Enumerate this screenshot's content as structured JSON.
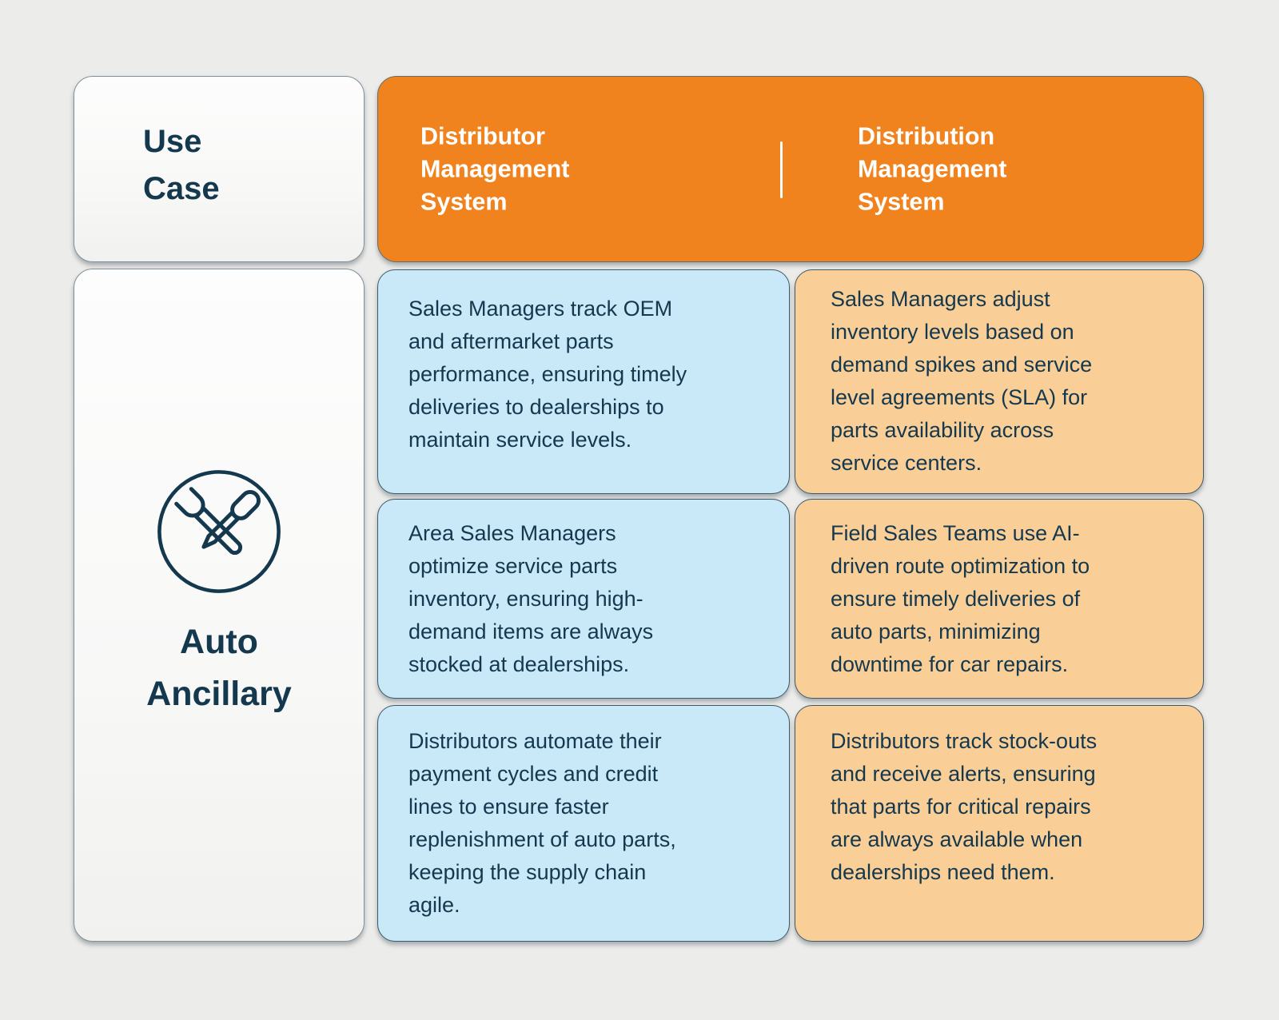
{
  "colors": {
    "background": "#ECECEA",
    "header_bg": "#F1831F",
    "header_text": "#FFFFFF",
    "blue_cell_bg": "#C9E8F8",
    "peach_cell_bg": "#FACF97",
    "text_dark": "#14384E"
  },
  "table": {
    "corner_title": "Use\nCase",
    "columns": [
      {
        "title": "Distributor\nManagement\nSystem"
      },
      {
        "title": "Distribution\nManagement\nSystem"
      }
    ],
    "row_label": {
      "icon": "tools-icon",
      "title": "Auto\nAncillary"
    },
    "rows": [
      {
        "distributor_dms": "Sales Managers track OEM\nand aftermarket parts\nperformance, ensuring timely\ndeliveries to dealerships to\nmaintain service levels.",
        "distribution_dms": "Sales Managers adjust\ninventory levels based on\ndemand spikes and service\nlevel agreements (SLA) for\nparts availability across\nservice centers."
      },
      {
        "distributor_dms": "Area Sales Managers\noptimize service parts\ninventory, ensuring high-\ndemand items are always\nstocked at dealerships.",
        "distribution_dms": "Field Sales Teams use AI-\ndriven route optimization to\nensure timely deliveries of\nauto parts, minimizing\ndowntime for car repairs."
      },
      {
        "distributor_dms": "Distributors automate their\npayment cycles and credit\nlines to ensure faster\nreplenishment of auto parts,\nkeeping the supply chain\nagile.",
        "distribution_dms": "Distributors track stock-outs\nand receive alerts, ensuring\nthat parts for critical repairs\nare always available when\ndealerships need them."
      }
    ]
  }
}
